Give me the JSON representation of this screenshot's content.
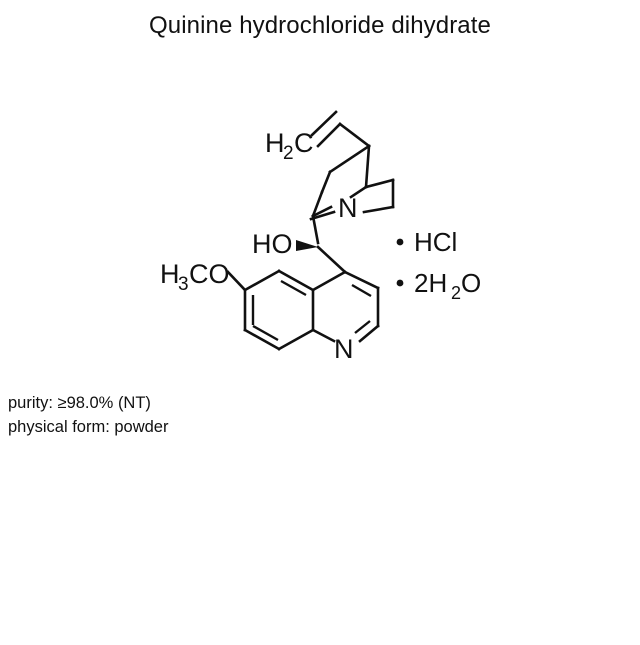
{
  "page": {
    "title": "Quinine hydrochloride dihydrate",
    "background_color": "#ffffff",
    "ink_color": "#111111"
  },
  "structure": {
    "name": "quinine-skeletal-structure",
    "atom_labels": {
      "vinyl_ch2": {
        "text": "H",
        "sub": "2",
        "tail": "C"
      },
      "quinuclidine_n": "N",
      "hydroxyl": "HO",
      "methoxy": {
        "text": "H",
        "sub": "3",
        "tail": "CO"
      },
      "quinoline_n": "N"
    },
    "stereo_bond": "bold-wedge"
  },
  "salts": [
    {
      "bullet": "•",
      "formula_pre": "HCl",
      "formula_sub": "",
      "formula_post": ""
    },
    {
      "bullet": "•",
      "formula_pre": "2H",
      "formula_sub": "2",
      "formula_post": "O"
    }
  ],
  "properties": [
    "purity: ≥98.0% (NT)",
    "physical form: powder"
  ]
}
